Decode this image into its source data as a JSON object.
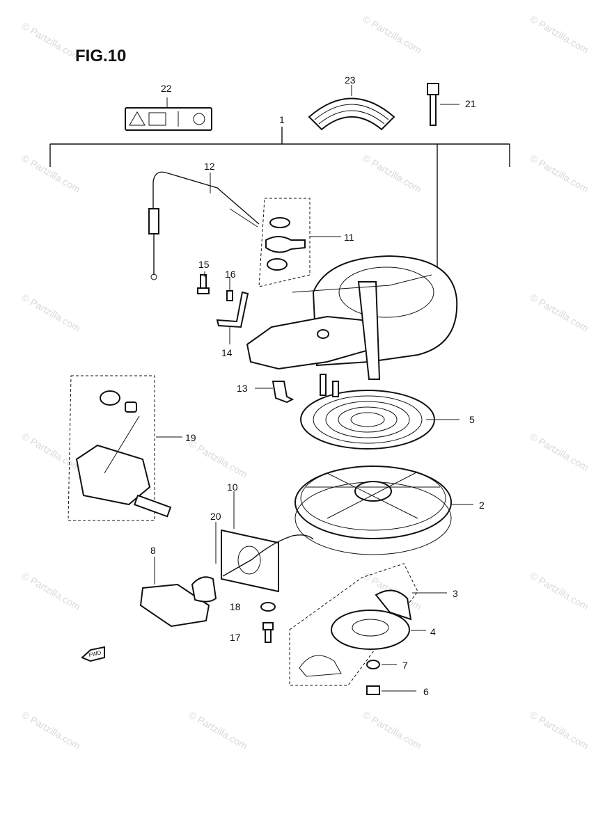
{
  "figure": {
    "title": "FIG.10"
  },
  "watermark": {
    "text": "© Partzilla.com"
  },
  "callouts": [
    {
      "id": "c1",
      "label": "1"
    },
    {
      "id": "c2",
      "label": "2"
    },
    {
      "id": "c3",
      "label": "3"
    },
    {
      "id": "c4",
      "label": "4"
    },
    {
      "id": "c5",
      "label": "5"
    },
    {
      "id": "c6",
      "label": "6"
    },
    {
      "id": "c7",
      "label": "7"
    },
    {
      "id": "c8",
      "label": "8"
    },
    {
      "id": "c10",
      "label": "10"
    },
    {
      "id": "c11",
      "label": "11"
    },
    {
      "id": "c12",
      "label": "12"
    },
    {
      "id": "c13",
      "label": "13"
    },
    {
      "id": "c14",
      "label": "14"
    },
    {
      "id": "c15",
      "label": "15"
    },
    {
      "id": "c16",
      "label": "16"
    },
    {
      "id": "c17",
      "label": "17"
    },
    {
      "id": "c18",
      "label": "18"
    },
    {
      "id": "c19",
      "label": "19"
    },
    {
      "id": "c20",
      "label": "20"
    },
    {
      "id": "c21",
      "label": "21"
    },
    {
      "id": "c22",
      "label": "22"
    },
    {
      "id": "c23",
      "label": "23"
    }
  ],
  "fwd_marker": {
    "text": "FWD"
  }
}
